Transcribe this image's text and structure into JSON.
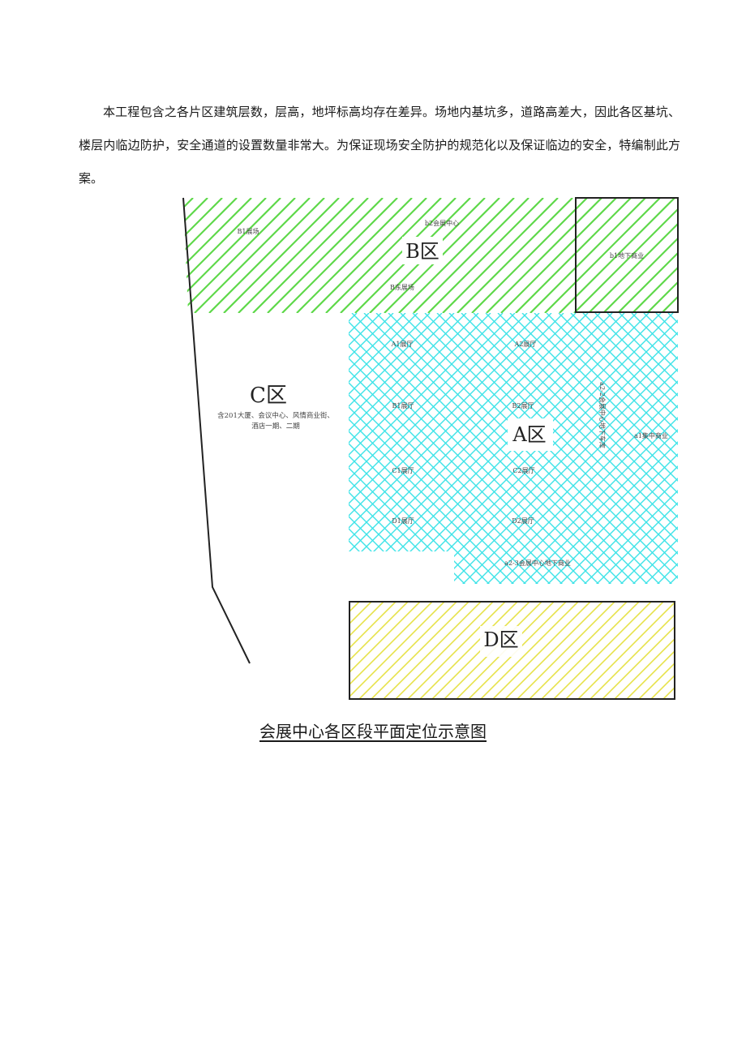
{
  "paragraph": "本工程包含之各片区建筑层数，层高，地坪标高均存在差异。场地内基坑多，道路高差大，因此各区基坑、楼层内临边防护，安全通道的设置数量非常大。为保证现场安全防护的规范化以及保证临边的安全，特编制此方案。",
  "figure": {
    "caption": "会展中心各区段平面定位示意图",
    "zones": {
      "a": {
        "label": "A区",
        "color": "#3fe3e8",
        "sublabels": [
          "A1展厅",
          "A2展厅",
          "B1展厅",
          "B2展厅",
          "C1展厅",
          "C2展厅",
          "D1展厅",
          "D2展厅",
          "a2-3会展中心地下商业",
          "a2-2会展中心地下车库",
          "a1集中商业"
        ]
      },
      "b": {
        "label": "B区",
        "color": "#5ed84a",
        "sublabels": [
          "B1展场",
          "b2会展中心",
          "B东展场",
          "b1地下商业"
        ]
      },
      "c": {
        "label": "C区",
        "note_line1": "含201大厦、会议中心、风情商业街、",
        "note_line2": "酒店一期、二期"
      },
      "d": {
        "label": "D区",
        "color": "#e6e24a"
      }
    }
  }
}
